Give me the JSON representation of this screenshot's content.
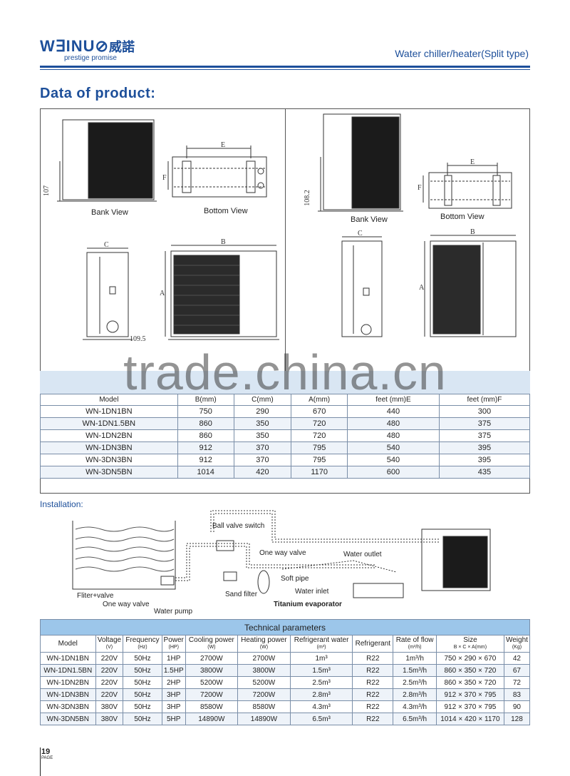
{
  "header": {
    "brand": "W∃INU⊘",
    "brand_cjk": "威諾",
    "tagline": "prestige promise",
    "title": "Water chiller/heater(Split type)"
  },
  "section_title": "Data of product:",
  "drawings": {
    "left": {
      "bank_view": "Bank View",
      "bottom_view": "Bottom View",
      "dim_side": "107",
      "dim_bottom": "109.5"
    },
    "right": {
      "bank_view": "Bank View",
      "bottom_view": "Bottom View",
      "dim_side": "108.2"
    },
    "letters": {
      "a": "A",
      "b": "B",
      "c": "C",
      "e": "E",
      "f": "F"
    }
  },
  "watermark": "trade.china.cn",
  "dimension_table": {
    "headers": [
      "Model",
      "B(mm)",
      "C(mm)",
      "A(mm)",
      "feet (mm)E",
      "feet (mm)F"
    ],
    "rows": [
      [
        "WN-1DN1BN",
        "750",
        "290",
        "670",
        "440",
        "300"
      ],
      [
        "WN-1DN1.5BN",
        "860",
        "350",
        "720",
        "480",
        "375"
      ],
      [
        "WN-1DN2BN",
        "860",
        "350",
        "720",
        "480",
        "375"
      ],
      [
        "WN-1DN3BN",
        "912",
        "370",
        "795",
        "540",
        "395"
      ],
      [
        "WN-3DN3BN",
        "912",
        "370",
        "795",
        "540",
        "395"
      ],
      [
        "WN-3DN5BN",
        "1014",
        "420",
        "1170",
        "600",
        "435"
      ]
    ]
  },
  "installation": {
    "title": "Installation:",
    "labels": {
      "ball_valve": "Ball valve switch",
      "one_way_valve_top": "One way valve",
      "water_outlet": "Water outlet",
      "soft_pipe": "Soft pipe",
      "water_inlet": "Water inlet",
      "titanium": "Titanium evaporator",
      "sand_filter": "Sand filter",
      "filter_valve": "Fliter+valve",
      "one_way_valve_bottom": "One way valve",
      "water_pump": "Water pump"
    }
  },
  "tech_table": {
    "caption": "Technical parameters",
    "headers": [
      {
        "main": "Model",
        "sub": ""
      },
      {
        "main": "Voltage",
        "sub": "(V)"
      },
      {
        "main": "Frequency",
        "sub": "(Hz)"
      },
      {
        "main": "Power",
        "sub": "(HP)"
      },
      {
        "main": "Cooling power",
        "sub": "(W)"
      },
      {
        "main": "Heating power",
        "sub": "(W)"
      },
      {
        "main": "Refrigerant water",
        "sub": "(m³)"
      },
      {
        "main": "Refrigerant",
        "sub": ""
      },
      {
        "main": "Rate of flow",
        "sub": "(m³/h)"
      },
      {
        "main": "Size",
        "sub": "B × C × A(mm)"
      },
      {
        "main": "Weight",
        "sub": "(Kg)"
      }
    ],
    "rows": [
      [
        "WN-1DN1BN",
        "220V",
        "50Hz",
        "1HP",
        "2700W",
        "2700W",
        "1m³",
        "R22",
        "1m³/h",
        "750 × 290 × 670",
        "42"
      ],
      [
        "WN-1DN1.5BN",
        "220V",
        "50Hz",
        "1.5HP",
        "3800W",
        "3800W",
        "1.5m³",
        "R22",
        "1.5m³/h",
        "860 × 350 × 720",
        "67"
      ],
      [
        "WN-1DN2BN",
        "220V",
        "50Hz",
        "2HP",
        "5200W",
        "5200W",
        "2.5m³",
        "R22",
        "2.5m³/h",
        "860 × 350 × 720",
        "72"
      ],
      [
        "WN-1DN3BN",
        "220V",
        "50Hz",
        "3HP",
        "7200W",
        "7200W",
        "2.8m³",
        "R22",
        "2.8m³/h",
        "912 × 370 × 795",
        "83"
      ],
      [
        "WN-3DN3BN",
        "380V",
        "50Hz",
        "3HP",
        "8580W",
        "8580W",
        "4.3m³",
        "R22",
        "4.3m³/h",
        "912 × 370 × 795",
        "90"
      ],
      [
        "WN-3DN5BN",
        "380V",
        "50Hz",
        "5HP",
        "14890W",
        "14890W",
        "6.5m³",
        "R22",
        "6.5m³/h",
        "1014 × 420 × 1170",
        "128"
      ]
    ]
  },
  "footer": {
    "page_number": "19",
    "page_word": "PAGE"
  }
}
